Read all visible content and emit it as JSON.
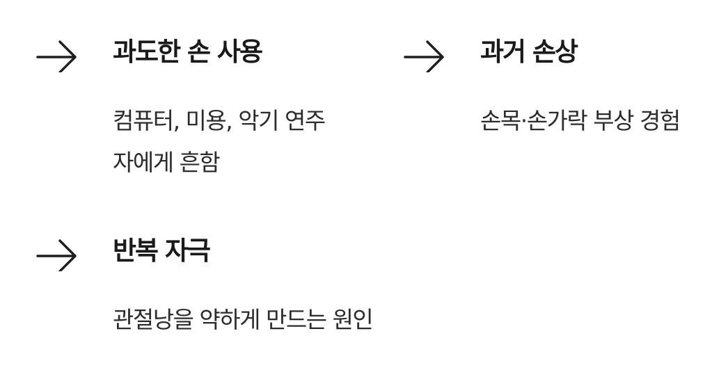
{
  "items": [
    {
      "title": "과도한 손 사용",
      "desc_lines": [
        "컴퓨터, 미용, 악기 연주",
        "자에게 흔함"
      ]
    },
    {
      "title": "과거 손상",
      "desc_lines": [
        "손목·손가락 부상 경험"
      ]
    },
    {
      "title": "반복 자극",
      "desc_lines": [
        "관절낭을 약하게 만드는 원인"
      ]
    }
  ],
  "icons": {
    "arrow": "arrow-right-icon"
  },
  "colors": {
    "text": "#1a1a1a",
    "background": "#ffffff"
  }
}
